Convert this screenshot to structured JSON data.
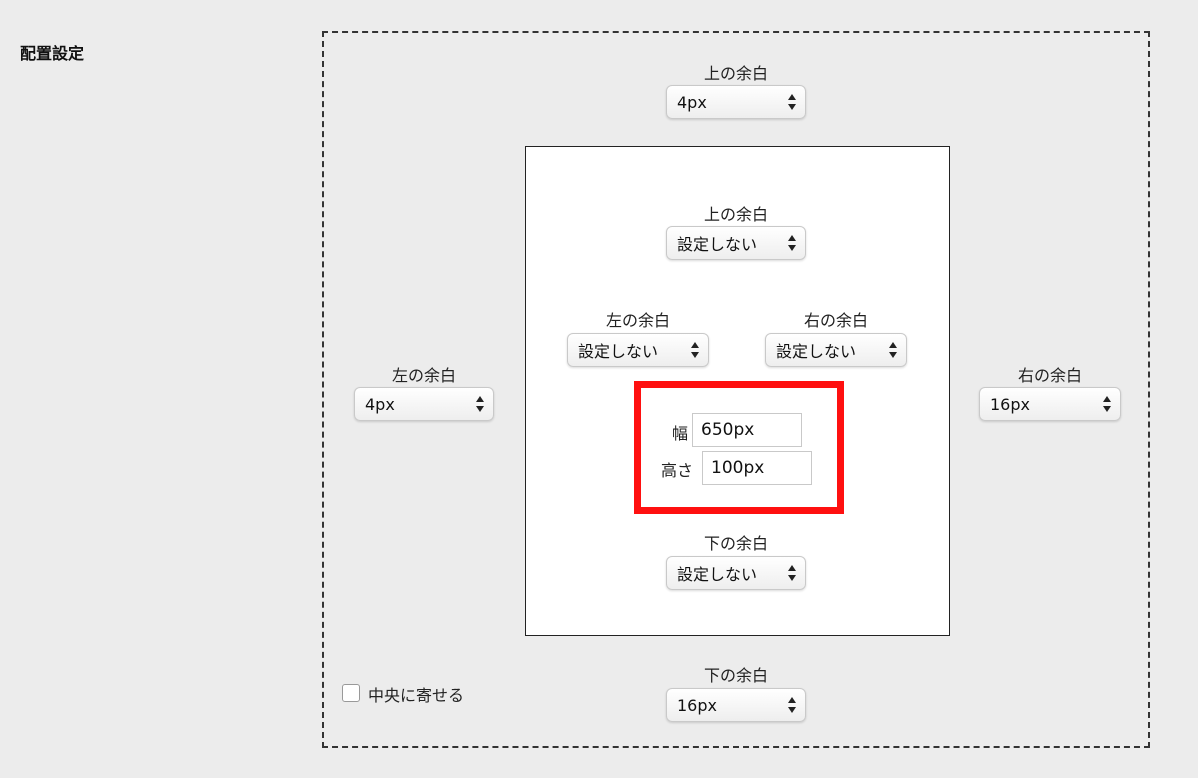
{
  "section_title": "配置設定",
  "outer": {
    "top": {
      "label": "上の余白",
      "value": "4px"
    },
    "left": {
      "label": "左の余白",
      "value": "4px"
    },
    "right": {
      "label": "右の余白",
      "value": "16px"
    },
    "bottom": {
      "label": "下の余白",
      "value": "16px"
    }
  },
  "inner": {
    "top": {
      "label": "上の余白",
      "value": "設定しない"
    },
    "left": {
      "label": "左の余白",
      "value": "設定しない"
    },
    "right": {
      "label": "右の余白",
      "value": "設定しない"
    },
    "bottom": {
      "label": "下の余白",
      "value": "設定しない"
    }
  },
  "size": {
    "width_label": "幅",
    "width_value": "650px",
    "height_label": "高さ",
    "height_value": "100px"
  },
  "center": {
    "label": "中央に寄せる",
    "checked": false
  },
  "colors": {
    "highlight": "#ff1010",
    "background": "#ececec"
  }
}
